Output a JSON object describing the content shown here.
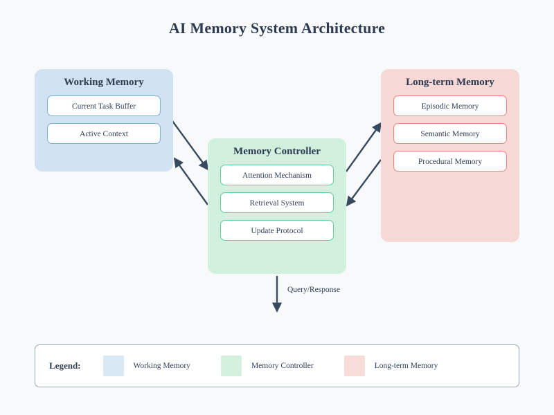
{
  "page": {
    "title": "AI Memory System Architecture",
    "background_color": "#f7f9fb",
    "text_color": "#2e3b50"
  },
  "groups": {
    "working_memory": {
      "title": "Working Memory",
      "fill": "#d1e3f3",
      "border": "#74b0da",
      "items": [
        {
          "label": "Current Task Buffer"
        },
        {
          "label": "Active Context"
        }
      ]
    },
    "memory_controller": {
      "title": "Memory Controller",
      "fill": "#d1f0dd",
      "border": "#5ecf95",
      "items": [
        {
          "label": "Attention Mechanism"
        },
        {
          "label": "Retrieval System"
        },
        {
          "label": "Update Protocol"
        }
      ]
    },
    "long_term_memory": {
      "title": "Long-term Memory",
      "fill": "#f6d9d6",
      "border": "#ef8276",
      "items": [
        {
          "label": "Episodic Memory"
        },
        {
          "label": "Semantic Memory"
        },
        {
          "label": "Procedural Memory"
        }
      ]
    }
  },
  "connections": {
    "arrow_color": "#37495f",
    "flow_label": "Query/Response",
    "edges": [
      {
        "name": "working-to-controller",
        "from": "Working Memory",
        "to": "Memory Controller"
      },
      {
        "name": "controller-to-working",
        "from": "Memory Controller",
        "to": "Working Memory"
      },
      {
        "name": "controller-to-longterm",
        "from": "Memory Controller",
        "to": "Long-term Memory"
      },
      {
        "name": "longterm-to-controller",
        "from": "Long-term Memory",
        "to": "Memory Controller"
      },
      {
        "name": "controller-query-response",
        "from": "Memory Controller",
        "to": "Output"
      }
    ]
  },
  "legend": {
    "title": "Legend:",
    "entries": [
      {
        "label": "Working Memory",
        "color": "#d8e8f5"
      },
      {
        "label": "Memory Controller",
        "color": "#d4f0de"
      },
      {
        "label": "Long-term Memory",
        "color": "#f7dcd9"
      }
    ]
  }
}
